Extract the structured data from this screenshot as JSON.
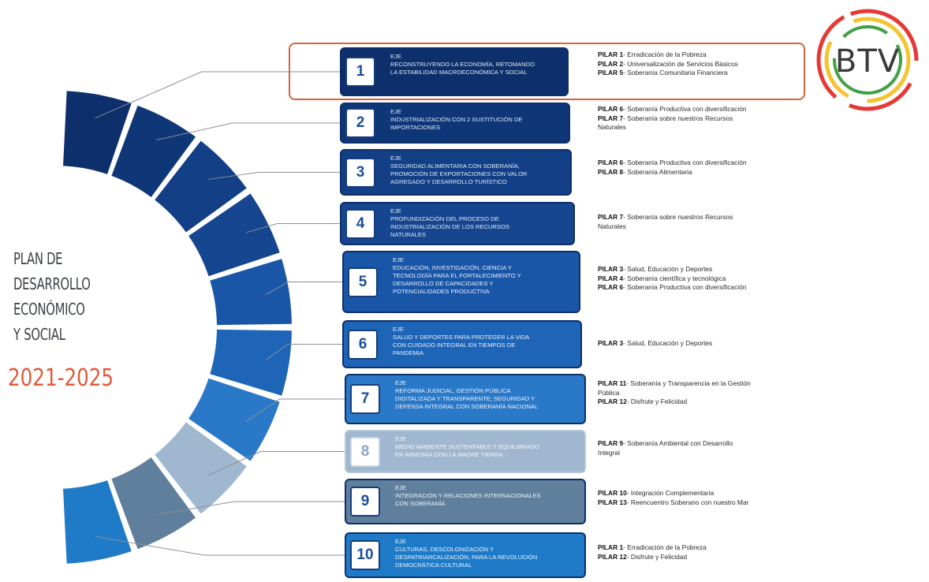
{
  "circle": {
    "title_lines": [
      "PLAN DE",
      "DESARROLLO",
      "ECONÓMICO",
      "Y SOCIAL"
    ],
    "years": "2021-2025"
  },
  "logo": {
    "text": "BTV"
  },
  "colors": {
    "accent_orange": "#d9623d",
    "years_text": "#e05a3b",
    "axis_fills": [
      "#0d2f6b",
      "#0f3778",
      "#123f86",
      "#15468f",
      "#1a56a8",
      "#1e65b8",
      "#2a78c8",
      "#9fb7cf",
      "#5f7f9c",
      "#1f7bc7"
    ]
  },
  "ejes": [
    {
      "number": "1",
      "lines": [
        "EJE",
        "RECONSTRUYENDO LA ECONOMÍA, RETOMANDO",
        "LA ESTABILIDAD MACROECONÓMICA Y SOCIAL"
      ],
      "pilares": [
        {
          "label": "PILAR 1",
          "text": "- Erradicación de la Pobreza"
        },
        {
          "label": "PILAR 2",
          "text": "- Universalización de Servicios Básicos"
        },
        {
          "label": "PILAR 5",
          "text": "- Soberanía Comunitaria Financiera"
        }
      ]
    },
    {
      "number": "2",
      "lines": [
        "EJE",
        "INDUSTRIALIZACIÓN CON 2 SUSTITUCIÓN DE",
        "IMPORTACIONES"
      ],
      "pilares": [
        {
          "label": "PILAR 6",
          "text": "- Soberanía Productiva con diversificación"
        },
        {
          "label": "PILAR 7",
          "text": "- Soberanía sobre nuestros Recursos"
        },
        {
          "label": "",
          "text": "Naturales"
        }
      ]
    },
    {
      "number": "3",
      "lines": [
        "EJE",
        "SEGURIDAD ALIMENTARIA CON SOBERANÍA,",
        "PROMOCIÓN DE EXPORTACIONES CON VALOR",
        "AGREGADO Y DESARROLLO TURÍSTICO"
      ],
      "pilares": [
        {
          "label": "PILAR 6",
          "text": "- Soberanía Productiva con diversificación"
        },
        {
          "label": "PILAR 8",
          "text": "- Soberanía Alimentaria"
        }
      ]
    },
    {
      "number": "4",
      "lines": [
        "EJE",
        "PROFUNDIZACIÓN DEL PROCESO DE",
        "INDUSTRIALIZACIÓN DE LOS RECURSOS",
        "NATURALES"
      ],
      "pilares": [
        {
          "label": "PILAR 7",
          "text": "- Soberanía sobre nuestros Recursos"
        },
        {
          "label": "",
          "text": "Naturales"
        }
      ]
    },
    {
      "number": "5",
      "lines": [
        "EJE",
        "EDUCACIÓN, INVESTIGACIÓN, CIENCIA Y",
        "TECNOLOGÍA PARA EL FORTALECIMIENTO Y",
        "DESARROLLO DE CAPACIDADES Y",
        "POTENCIALIDADES PRODUCTIVA"
      ],
      "pilares": [
        {
          "label": "PILAR 3",
          "text": "- Salud, Educación y Deportes"
        },
        {
          "label": "PILAR 4",
          "text": "- Soberanía científica y tecnológica"
        },
        {
          "label": "PILAR 6",
          "text": "- Soberanía Productiva con diversificación"
        }
      ]
    },
    {
      "number": "6",
      "lines": [
        "EJE",
        "SALUD Y DEPORTES PARA PROTEGER LA VIDA",
        "CON CUIDADO INTEGRAL EN TIEMPOS DE",
        "PANDEMIA"
      ],
      "pilares": [
        {
          "label": "PILAR 3",
          "text": "- Salud, Educación y Deportes"
        }
      ]
    },
    {
      "number": "7",
      "lines": [
        "EJE",
        "REFORMA JUDICIAL, GESTIÓN PÚBLICA",
        "DIGITALIZADA Y TRANSPARENTE; SEGURIDAD Y",
        "DEFENSA INTEGRAL CON SOBERANÍA NACIONAL"
      ],
      "pilares": [
        {
          "label": "PILAR 11",
          "text": "- Soberanía y Transparencia en la Gestión"
        },
        {
          "label": "",
          "text": "Pública"
        },
        {
          "label": "PILAR 12",
          "text": "- Disfrute y Felicidad"
        }
      ]
    },
    {
      "number": "8",
      "lines": [
        "EJE",
        "MEDIO AMBIENTE SUSTENTABLE Y EQUILIBRADO",
        "EN ARMONÍA CON LA MADRE TIERRA"
      ],
      "pilares": [
        {
          "label": "PILAR 9",
          "text": "- Soberanía Ambiental con Desarrollo"
        },
        {
          "label": "",
          "text": "Integral"
        }
      ]
    },
    {
      "number": "9",
      "lines": [
        "EJE",
        "INTEGRACIÓN Y RELACIONES INTERNACIONALES",
        "CON SOBERANÍA"
      ],
      "pilares": [
        {
          "label": "PILAR 10",
          "text": "- Integración Complementaria"
        },
        {
          "label": "PILAR 13",
          "text": "- Reencuentro Soberano con nuestro Mar"
        }
      ]
    },
    {
      "number": "10",
      "lines": [
        "EJE",
        "CULTURAS, DESCOLONIZACIÓN Y",
        "DESPATRIARCALIZACIÓN, PARA LA REVOLUCIÓN",
        "DEMOCRÁTICA CULTURAL"
      ],
      "pilares": [
        {
          "label": "PILAR 1",
          "text": "- Erradicación de la Pobreza"
        },
        {
          "label": "PILAR 12",
          "text": "- Disfrute y Felicidad"
        }
      ]
    }
  ]
}
